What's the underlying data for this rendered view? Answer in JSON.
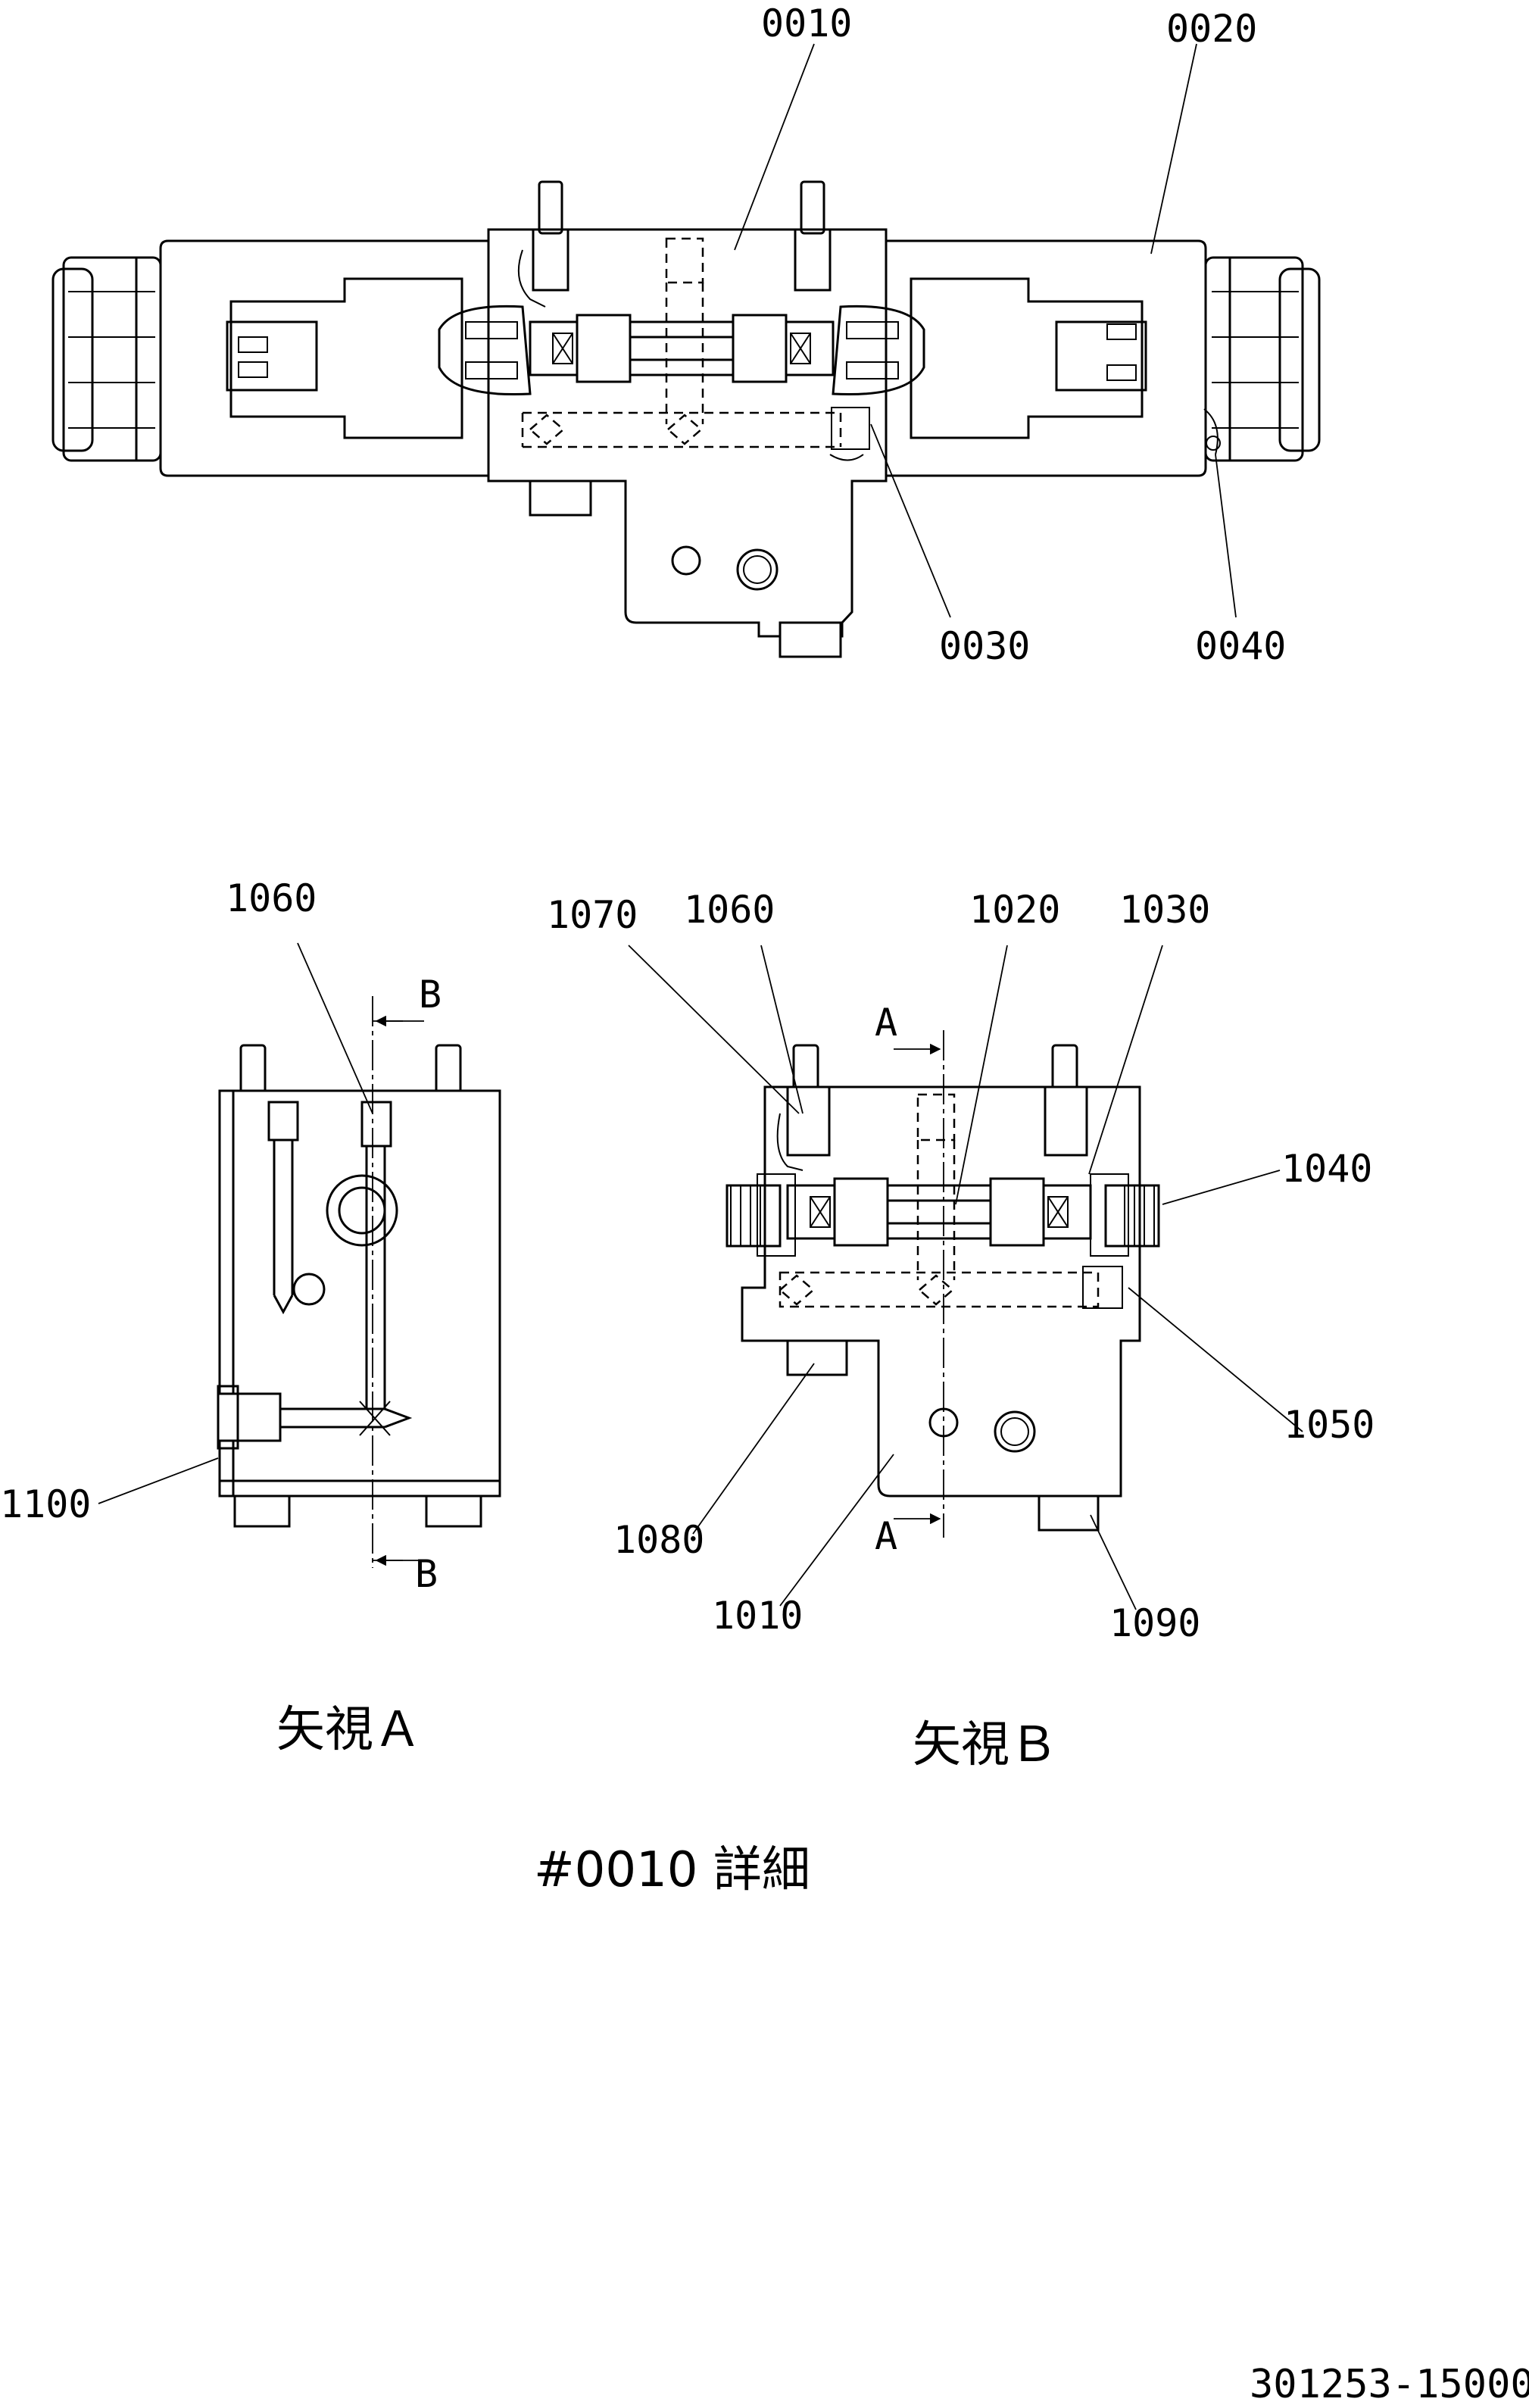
{
  "labels": {
    "p0010": "0010",
    "p0020": "0020",
    "p0030": "0030",
    "p0040": "0040",
    "p1060a": "1060",
    "p1070": "1070",
    "p1060b": "1060",
    "p1020": "1020",
    "p1030": "1030",
    "p1040": "1040",
    "p1050": "1050",
    "p1100": "1100",
    "p1080": "1080",
    "p1010": "1010",
    "p1090": "1090"
  },
  "section_marks": {
    "b_top": "B",
    "b_bottom": "B",
    "a_top": "A",
    "a_bottom": "A"
  },
  "captions": {
    "view_a": "矢視Ａ",
    "view_b": "矢視Ｂ",
    "detail": "#0010 詳細"
  },
  "document_number": "301253-15000",
  "colors": {
    "line": "#000000",
    "background": "#ffffff"
  }
}
